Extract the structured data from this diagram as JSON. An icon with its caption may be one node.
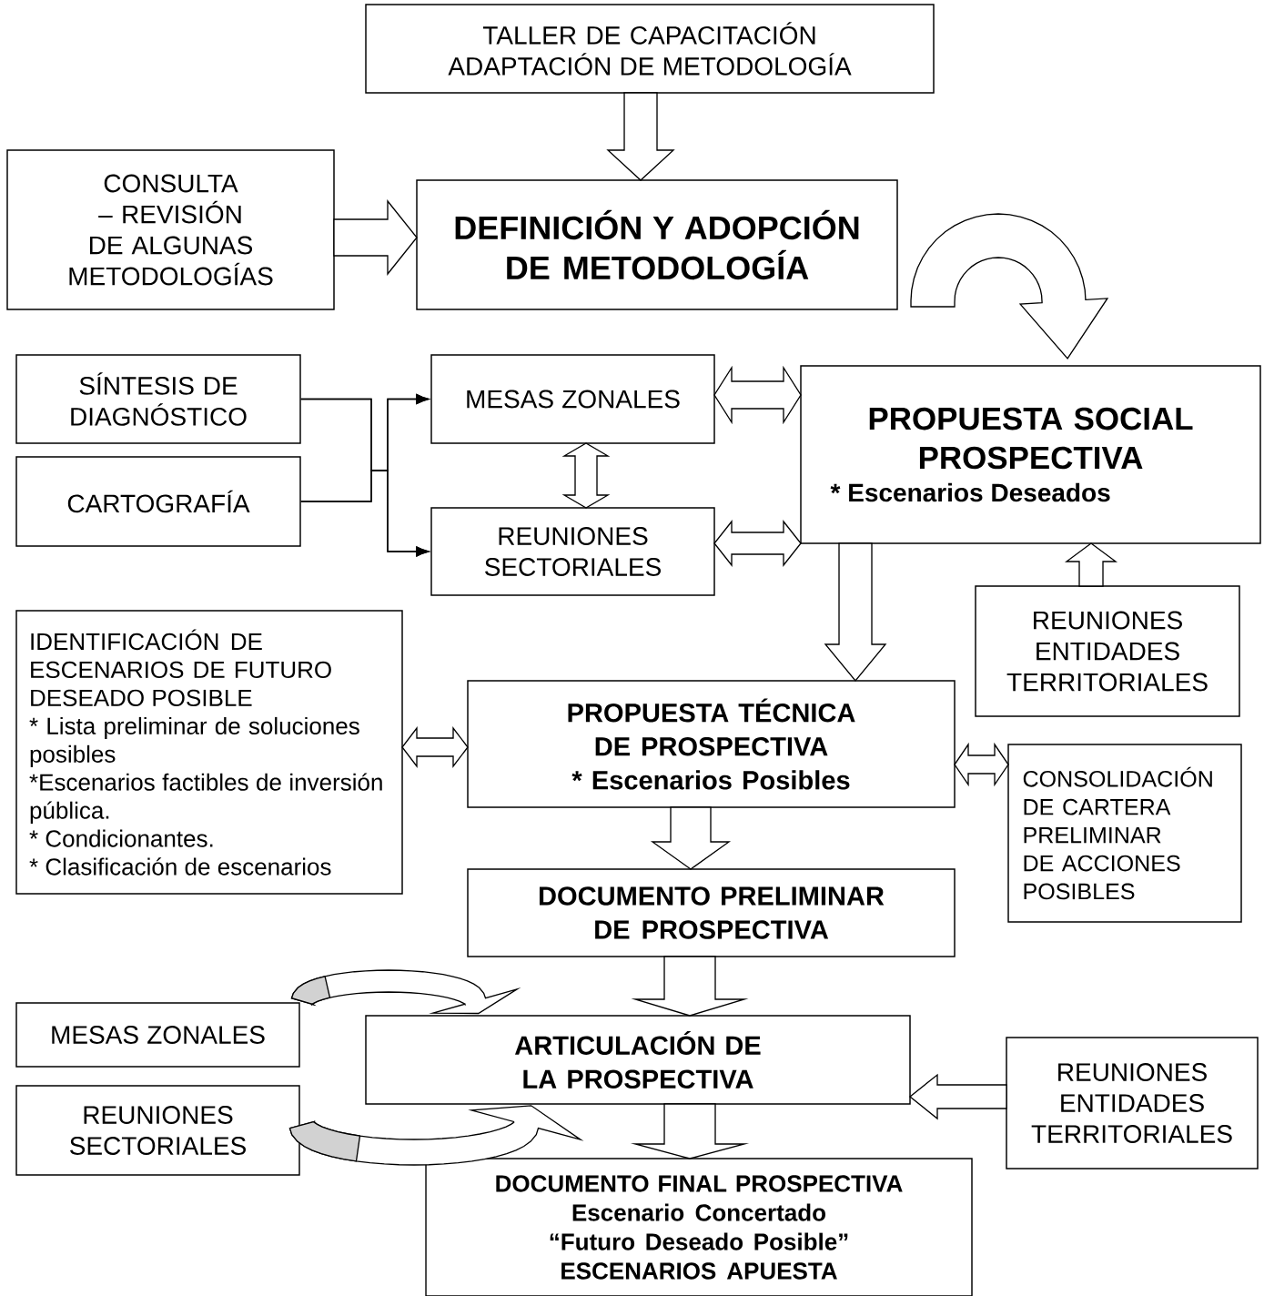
{
  "diagram": {
    "nodes": [
      {
        "text": [
          "TALLER DE CAPACITACIÓN ADAPTACIÓN DE METODOLOGÍA"
        ]
      },
      {
        "text": [
          "CONSULTA – REVISIÓN DE ALGUNAS METODOLOGÍAS"
        ]
      },
      {
        "text": [
          "DEFINICIÓN Y ADOPCIÓN DE METODOLOGÍA"
        ]
      },
      {
        "text": [
          "SÍNTESIS DE DIAGNÓSTICO"
        ]
      },
      {
        "text": [
          "CARTOGRAFÍA"
        ]
      },
      {
        "text": [
          "MESAS ZONALES"
        ]
      },
      {
        "text": [
          "REUNIONES SECTORIALES"
        ]
      },
      {
        "text": [
          "PROPUESTA SOCIAL PROSPECTIVA",
          "* Escenarios Deseados"
        ]
      },
      {
        "text": [
          "REUNIONES ENTIDADES TERRITORIALES"
        ]
      },
      {
        "text": [
          "IDENTIFICACIÓN DE ESCENARIOS DE FUTURO DESEADO POSIBLE",
          "* Lista preliminar de soluciones posibles",
          "*Escenarios factibles de inversión pública.",
          "* Condicionantes.",
          "* Clasificación de escenarios"
        ]
      },
      {
        "text": [
          "PROPUESTA TÉCNICA DE PROSPECTIVA",
          "* Escenarios Posibles"
        ]
      },
      {
        "text": [
          "CONSOLIDACIÓN DE CARTERA PRELIMINAR DE ACCIONES POSIBLES"
        ]
      },
      {
        "text": [
          "DOCUMENTO PRELIMINAR DE PROSPECTIVA"
        ]
      },
      {
        "text": [
          "MESAS ZONALES"
        ]
      },
      {
        "text": [
          "ARTICULACIÓN DE LA PROSPECTIVA"
        ]
      },
      {
        "text": [
          "REUNIONES SECTORIALES"
        ]
      },
      {
        "text": [
          "REUNIONES ENTIDADES TERRITORIALES"
        ]
      },
      {
        "text": [
          "DOCUMENTO FINAL PROSPECTIVA",
          "Escenario Concertado",
          "“Futuro Deseado Posible”",
          "ESCENARIOS APUESTA"
        ]
      }
    ],
    "edges": [
      {
        "from": 0,
        "to": 2,
        "arrow": "to"
      },
      {
        "from": 1,
        "to": 2,
        "arrow": "to"
      },
      {
        "from": 2,
        "to": 7,
        "arrow": "to"
      },
      {
        "from": 3,
        "to": 5,
        "arrow": "to"
      },
      {
        "from": 3,
        "to": 6,
        "arrow": "to"
      },
      {
        "from": 4,
        "to": 5,
        "arrow": "to"
      },
      {
        "from": 4,
        "to": 6,
        "arrow": "to"
      },
      {
        "from": 5,
        "to": 6,
        "arrow": "both"
      },
      {
        "from": 5,
        "to": 7,
        "arrow": "both"
      },
      {
        "from": 6,
        "to": 7,
        "arrow": "both"
      },
      {
        "from": 7,
        "to": 10,
        "arrow": "to"
      },
      {
        "from": 8,
        "to": 7,
        "arrow": "to"
      },
      {
        "from": 9,
        "to": 10,
        "arrow": "both"
      },
      {
        "from": 10,
        "to": 11,
        "arrow": "both"
      },
      {
        "from": 10,
        "to": 12,
        "arrow": "to"
      },
      {
        "from": 12,
        "to": 14,
        "arrow": "to"
      },
      {
        "from": 13,
        "to": 14,
        "arrow": "to"
      },
      {
        "from": 15,
        "to": 14,
        "arrow": "to"
      },
      {
        "from": 16,
        "to": 14,
        "arrow": "to"
      },
      {
        "from": 14,
        "to": 17,
        "arrow": "to"
      }
    ]
  }
}
